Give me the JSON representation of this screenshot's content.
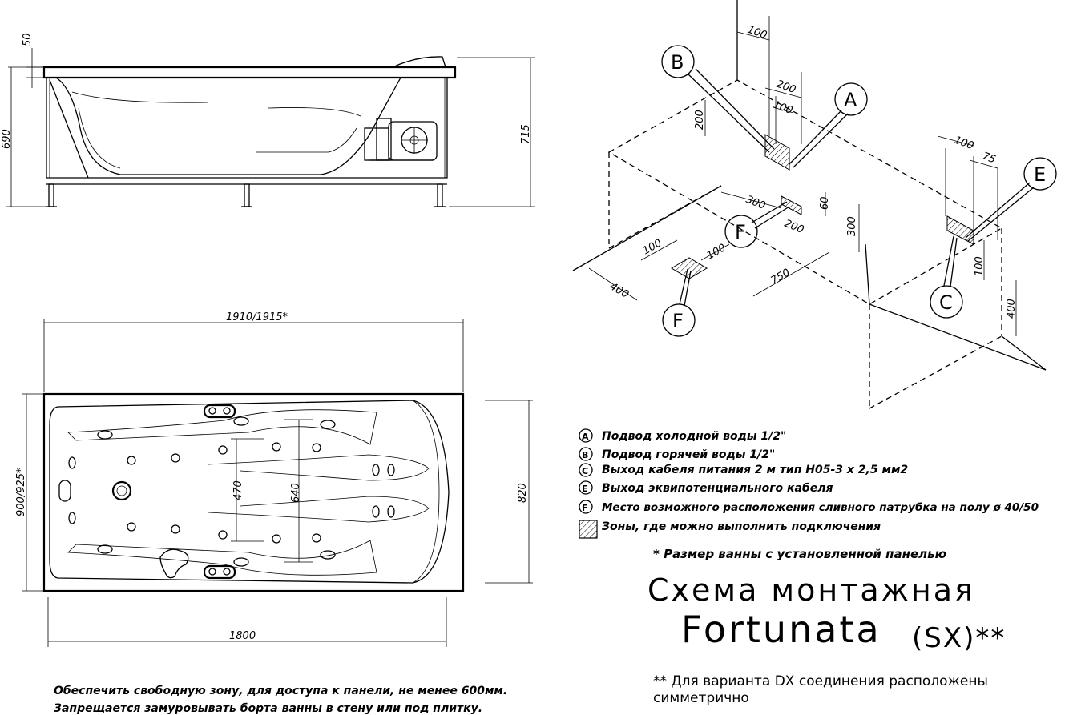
{
  "side_view": {
    "dim_top": "50",
    "dim_height_left": "690",
    "dim_height_right": "715"
  },
  "top_view": {
    "dim_length_total": "1910/1915*",
    "dim_length_inner": "1800",
    "dim_width_left": "900/925*",
    "dim_width_right": "820",
    "dim_470": "470",
    "dim_640": "640"
  },
  "iso_view": {
    "callouts": [
      "A",
      "B",
      "C",
      "E",
      "F",
      "F"
    ],
    "dims": {
      "d100_top": "100",
      "d200_a": "200",
      "d100_a": "100",
      "d200_left": "200",
      "d300": "300",
      "d60": "60",
      "d200_f": "200",
      "d300_right": "300",
      "d100_f1": "100",
      "d100_f2": "100",
      "d400_left": "400",
      "d750": "750",
      "d100_e": "100",
      "d75": "75",
      "d100_c": "100",
      "d400_right": "400"
    }
  },
  "legend": [
    {
      "key": "A",
      "text": "Подвод холодной воды 1/2\""
    },
    {
      "key": "B",
      "text": "Подвод горячей воды 1/2\""
    },
    {
      "key": "C",
      "text": "Выход кабеля питания  2 м тип H05-3 x 2,5 мм2"
    },
    {
      "key": "E",
      "text": "Выход эквипотенциального кабеля"
    },
    {
      "key": "F",
      "text": "Место возможного расположения сливного патрубка на полу ø 40/50"
    },
    {
      "key": "hatch",
      "text": "Зоны, где можно выполнить   подключения"
    }
  ],
  "footnote_star": "* Размер ванны с установленной панелью",
  "title": {
    "line1": "Схема монтажная",
    "line2": "Fortunata",
    "line2_suffix": "(SX)**"
  },
  "footnote_double": {
    "line1": "** Для варианта DX соединения расположены",
    "line2": "симметрично"
  },
  "bottom_notes": {
    "line1": "Обеспечить свободную зону, для доступа к панели, не менее 600мм.",
    "line2": "Запрещается замуровывать борта ванны в стену или под плитку."
  }
}
